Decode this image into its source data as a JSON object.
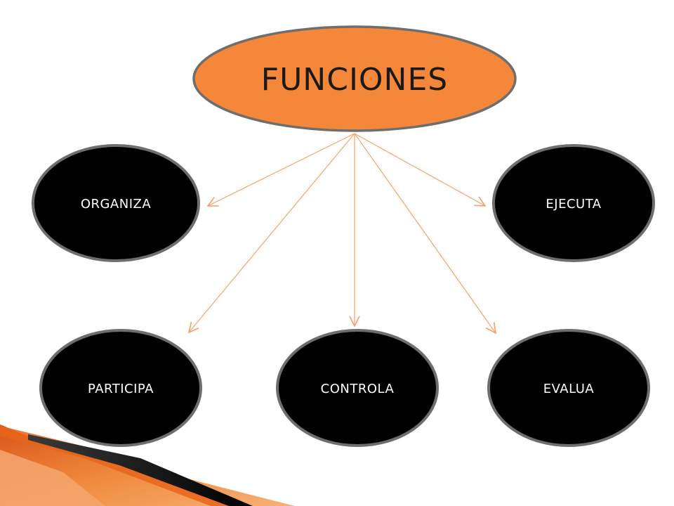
{
  "root": {
    "label": "FUNCIONES",
    "fill": "#F4873A",
    "stroke": "#6E6E6E"
  },
  "nodes": [
    {
      "id": "organiza",
      "label": "ORGANIZA"
    },
    {
      "id": "ejecuta",
      "label": "EJECUTA"
    },
    {
      "id": "participa",
      "label": "PARTICIPA"
    },
    {
      "id": "controla",
      "label": "CONTROLA"
    },
    {
      "id": "evalua",
      "label": "EVALUA"
    }
  ],
  "colors": {
    "node_fill": "#000000",
    "node_stroke": "#6E6E6E",
    "arrow": "#F4A46A",
    "accent_orange": "#E8651A",
    "accent_dark": "#1E1E1E"
  }
}
